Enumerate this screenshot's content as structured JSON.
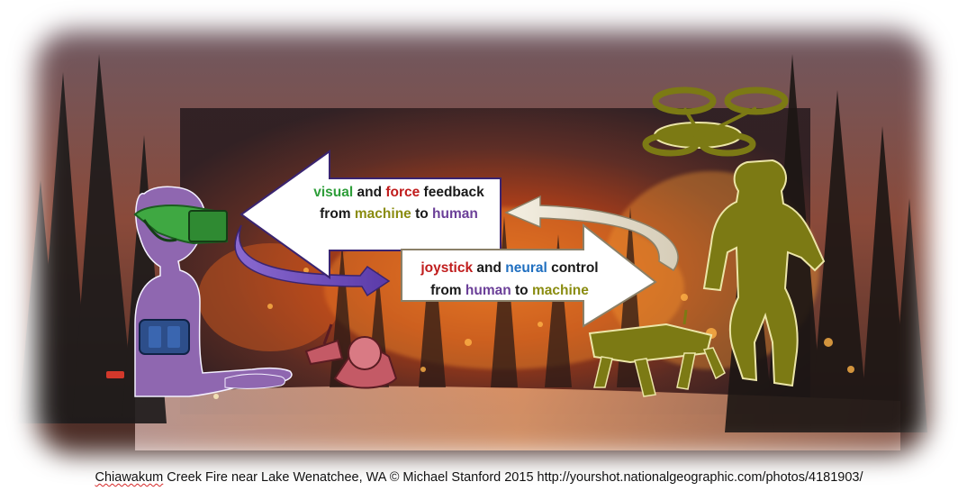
{
  "colors": {
    "green": "#2e9e3a",
    "red": "#c01c1c",
    "olive": "#8a8c10",
    "purple": "#6b3f98",
    "blue": "#1f6fc0",
    "black": "#1a1a1a",
    "fire": "#e8661e",
    "human_silhouette": "#8f67b0",
    "robot_silhouette": "#7c7a14"
  },
  "arrow_top": {
    "line1": {
      "w1": "visual",
      "w2": " and ",
      "w3": "force",
      "w4": " feedback"
    },
    "line2": {
      "w1": "from ",
      "w2": "machine",
      "w3": " to ",
      "w4": "human"
    }
  },
  "arrow_bottom": {
    "line1": {
      "w1": "joystick",
      "w2": " and ",
      "w3": "neural",
      "w4": " control"
    },
    "line2": {
      "w1": "from ",
      "w2": "human",
      "w3": " to ",
      "w4": "machine"
    }
  },
  "caption": {
    "part1": "Chiawakum",
    "part2": " Creek Fire near Lake Wenatchee, WA © Michael Stanford 2015 http://yourshot.nationalgeographic.com/photos/4181903/"
  },
  "icons": [
    "vr-headset-icon",
    "haptic-glove-icon",
    "joystick-controller-icon",
    "drone-icon",
    "humanoid-robot-icon",
    "quadruped-robot-icon"
  ]
}
